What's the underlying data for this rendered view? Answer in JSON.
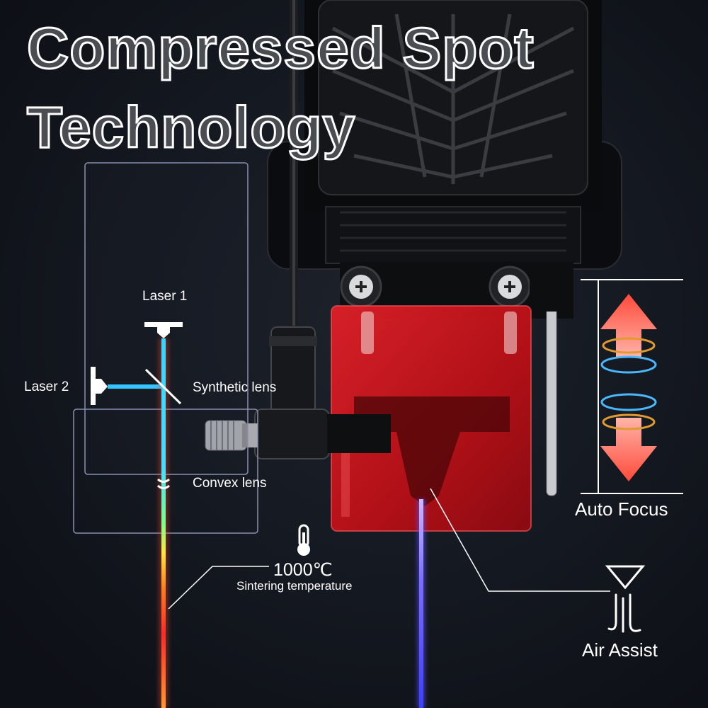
{
  "title": {
    "line1": "Compressed Spot",
    "line2": "Technology"
  },
  "diagram": {
    "laser1": "Laser 1",
    "laser2": "Laser 2",
    "synthetic_lens": "Synthetic lens",
    "convex_lens": "Convex lens"
  },
  "temperature": {
    "value": "1000℃",
    "label": "Sintering temperature"
  },
  "features": {
    "auto_focus": "Auto Focus",
    "air_assist": "Air Assist"
  },
  "icons": [
    "thermometer-icon",
    "air-assist-icon",
    "up-arrow-icon",
    "down-arrow-icon"
  ],
  "colors": {
    "background": "#141820",
    "shield": "#d0141a",
    "beam_blue": "#3ad0ff",
    "beam_violet": "#7a6cff"
  }
}
